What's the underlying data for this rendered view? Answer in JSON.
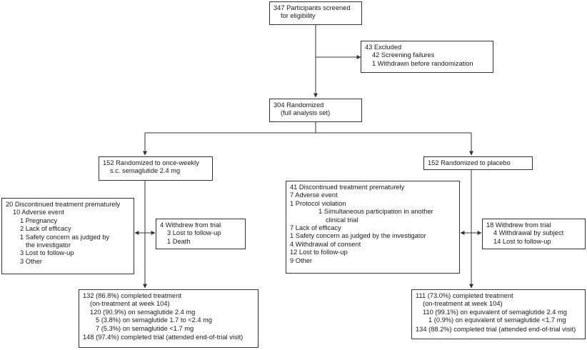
{
  "screened": {
    "lines": [
      "347  Participants screened",
      "for eligibility"
    ]
  },
  "excluded": {
    "lines": [
      "43  Excluded",
      "42  Screening failures",
      "1  Withdrawn before randomization"
    ]
  },
  "randomized": {
    "lines": [
      "304  Randomized",
      "(full analysis set)"
    ]
  },
  "sema_arm": {
    "lines": [
      "152  Randomized to once-weekly",
      "s.c. semaglutide 2.4 mg"
    ]
  },
  "placebo_arm": {
    "lines": [
      "152  Randomized to placebo"
    ]
  },
  "sema_discontinued": {
    "lines": [
      "20  Discontinued treatment prematurely",
      "10  Adverse event",
      "1  Pregnancy",
      "2  Lack of efficacy",
      "1  Safety concern as judged by",
      "the investigator",
      "3  Lost to follow-up",
      "3  Other"
    ]
  },
  "sema_withdrew": {
    "lines": [
      "4  Withdrew from trial",
      "3  Lost to follow-up",
      "1  Death"
    ]
  },
  "placebo_discontinued": {
    "lines": [
      "41  Discontinued treatment prematurely",
      "7  Adverse event",
      "1  Protocol violation",
      "1  Simultaneous participation in another",
      "clinical trial",
      "7  Lack of efficacy",
      "1  Safety concern as judged by the investigator",
      "4  Withdrawal of consent",
      "12  Lost to follow-up",
      "9  Other"
    ]
  },
  "placebo_withdrew": {
    "lines": [
      "18  Withdrew from trial",
      "4  Withdrawal by subject",
      "14  Lost to follow-up"
    ]
  },
  "sema_completed": {
    "lines": [
      "132  (86.8%) completed treatment",
      "(on-treatment at week 104)",
      "120  (90.9%) on semaglutide 2.4 mg",
      "5  (3.8%) on semaglutide 1.7 to <2.4 mg",
      "7  (5.3%) on semaglutide <1.7 mg",
      "148  (97.4%) completed trial (attended end-of-trial visit)"
    ]
  },
  "placebo_completed": {
    "lines": [
      "111  (73.0%) completed treatment",
      "(on-treatment at week 104)",
      "110  (99.1%) on equivalent of semaglutide 2.4 mg",
      "1  (0.9%) on equivalent of semaglutide <1.7 mg",
      "134  (88.2%) completed trial (attended end-of-trial visit)"
    ]
  }
}
